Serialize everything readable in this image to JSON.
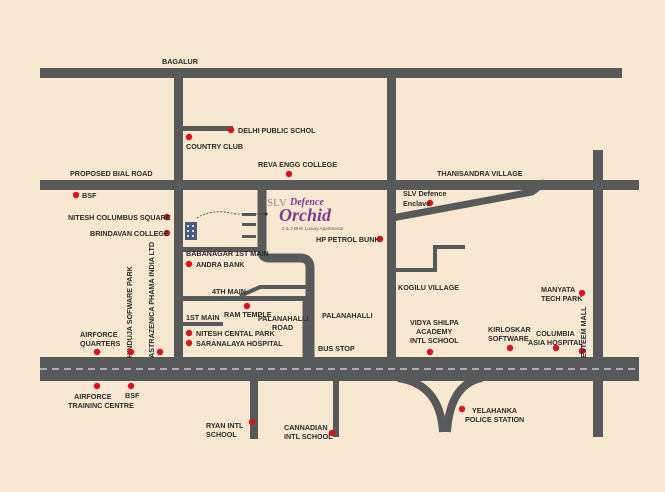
{
  "colors": {
    "background": "#f8e8d1",
    "road": "#57595b",
    "marker": "#e0101e",
    "brand_purple": "#7d3b8f",
    "brand_slv": "#8a8a9a",
    "text": "#2b2b2b"
  },
  "roads": {
    "bagalur": "BAGALUR",
    "proposed_bial_road": "PROPOSED BIAL ROAD",
    "thanisandra_village": "THANISANDRA VILLAGE",
    "babanagar_1st_main": "BABANAGAR 1ST MAIN",
    "fourth_main": "4TH MAIN",
    "first_main": "1ST MAIN",
    "palanahalli_road_line1": "PALANAHALLI",
    "palanahalli_road_line2": "ROAD",
    "palanahalli": "PALANAHALLI",
    "kogilu_village": "KOGILU VILLAGE",
    "hinduja_software_park": "HINDUJA SOFWARE PARK",
    "astrazenica_pharma_india_ltd": "ASTRAZENICA PHAMA INDIA LTD"
  },
  "brand": {
    "slv": "SLV",
    "defence": "Defence",
    "orchid": "Orchid",
    "tagline": "2 & 3 BHK Luxury Apartments"
  },
  "landmarks": {
    "delhi_public_school": "DELHI PUBLIC SCHOL",
    "country_club": "COUNTRY CLUB",
    "reva_engg_college": "REVA ENGG COLLEGE",
    "bsf_top": "BSF",
    "nitesh_columbus_square": "NITESH COLUMBUS SQUARE",
    "brindavan_college": "BRINDAVAN COLLEGE",
    "andra_bank": "ANDRA BANK",
    "ram_temple": "RAM TEMPLE",
    "nitesh_central_park": "NITESH CENTAL PARK",
    "saranalaya_hospital": "SARANALAYA HOSPITAL",
    "airforce_quarters_line1": "AIRFORCE",
    "airforce_quarters_line2": "QUARTERS",
    "bus_stop": "BUS STOP",
    "slv_defence_enclave_line1": "SLV Defence",
    "slv_defence_enclave_line2": "Enclave",
    "hp_petrol_bunk": "HP PETROL BUNK",
    "manyata_tech_park_line1": "MANYATA",
    "manyata_tech_park_line2": "TECH PARK",
    "esteem_mall": "ESTEEM MALL",
    "vidya_shilpa_line1": "VIDYA SHILPA",
    "vidya_shilpa_line2": "ACADEMY",
    "vidya_shilpa_line3": "INTL SCHOOL",
    "kirloskar_software_line1": "KIRLOSKAR",
    "kirloskar_software_line2": "SOFTWARE",
    "columbia_asia_hospital_line1": "COLUMBIA",
    "columbia_asia_hospital_line2": "ASIA HOSPITAL",
    "airforce_training_centre_line1": "AIRFORCE",
    "airforce_training_centre_line2": "TRAININC CENTRE",
    "bsf_bottom": "BSF",
    "ryan_intl_school_line1": "RYAN INTL",
    "ryan_intl_school_line2": "SCHOOL",
    "canadian_intl_school_line1": "CANNADIAN",
    "canadian_intl_school_line2": "INTL SCHOOL",
    "yelahanka_police_station_line1": "YELAHANKA",
    "yelahanka_police_station_line2": "POLICE STATION"
  }
}
